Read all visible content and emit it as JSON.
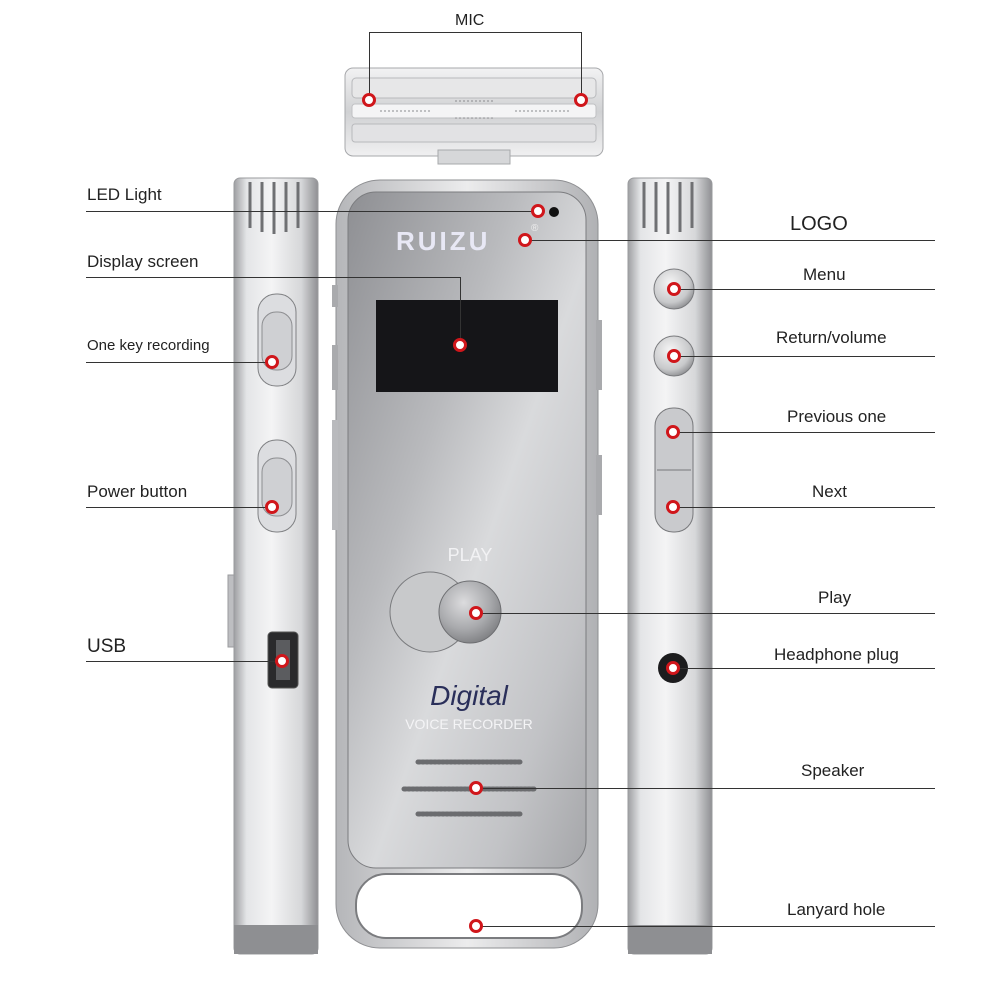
{
  "device": {
    "brand": "RUIZU",
    "play_label": "PLAY",
    "product_title": "Digital",
    "product_subtitle": "VOICE RECORDER"
  },
  "callouts": {
    "mic": "MIC",
    "led_light": "LED Light",
    "display_screen": "Display screen",
    "one_key_recording": "One key recording",
    "power_button": "Power button",
    "usb": "USB",
    "logo": "LOGO",
    "menu": "Menu",
    "return_volume": "Return/volume",
    "previous_one": "Previous one",
    "next": "Next",
    "play": "Play",
    "headphone_plug": "Headphone plug",
    "speaker": "Speaker",
    "lanyard_hole": "Lanyard hole"
  },
  "colors": {
    "accent": "#d0161b",
    "body_silver": "#c9c9cb",
    "screen": "#151518"
  }
}
